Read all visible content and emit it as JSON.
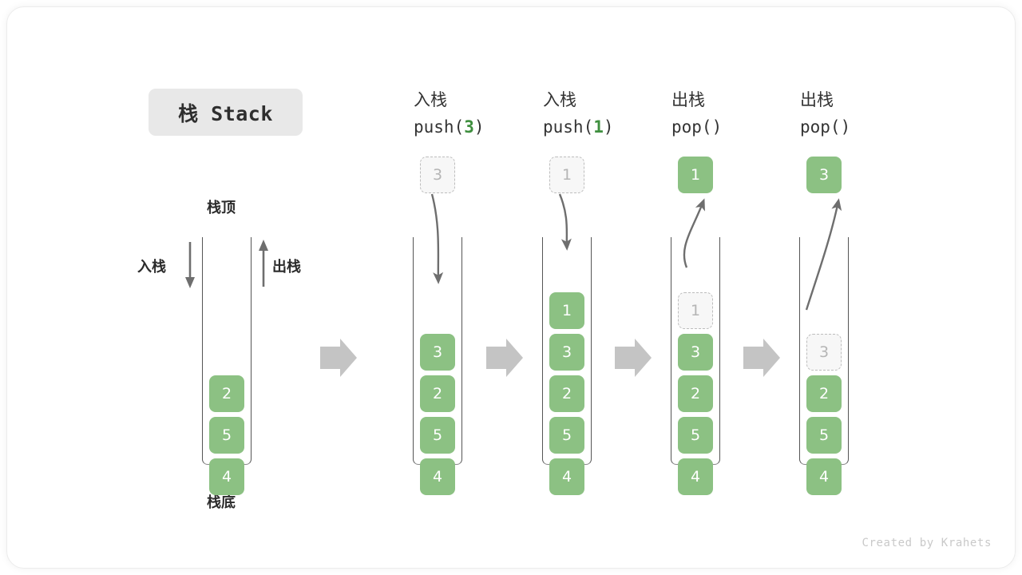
{
  "title_badge": {
    "label": "栈 Stack"
  },
  "left_stack": {
    "top_label": "栈顶",
    "bottom_label": "栈底",
    "push_label": "入栈",
    "pop_label": "出栈",
    "cells": [
      "2",
      "5",
      "4"
    ]
  },
  "steps": [
    {
      "op_cn": "入栈",
      "op_code_pre": "push(",
      "op_code_arg": "3",
      "op_code_post": ")",
      "floating": {
        "value": "3",
        "style": "ghost"
      },
      "cells": [
        {
          "value": "3",
          "style": "solid"
        },
        {
          "value": "2",
          "style": "solid"
        },
        {
          "value": "5",
          "style": "solid"
        },
        {
          "value": "4",
          "style": "solid"
        }
      ]
    },
    {
      "op_cn": "入栈",
      "op_code_pre": "push(",
      "op_code_arg": "1",
      "op_code_post": ")",
      "floating": {
        "value": "1",
        "style": "ghost"
      },
      "cells": [
        {
          "value": "1",
          "style": "solid"
        },
        {
          "value": "3",
          "style": "solid"
        },
        {
          "value": "2",
          "style": "solid"
        },
        {
          "value": "5",
          "style": "solid"
        },
        {
          "value": "4",
          "style": "solid"
        }
      ]
    },
    {
      "op_cn": "出栈",
      "op_code_pre": "pop(",
      "op_code_arg": "",
      "op_code_post": ")",
      "floating": {
        "value": "1",
        "style": "solid"
      },
      "cells": [
        {
          "value": "1",
          "style": "ghost"
        },
        {
          "value": "3",
          "style": "solid"
        },
        {
          "value": "2",
          "style": "solid"
        },
        {
          "value": "5",
          "style": "solid"
        },
        {
          "value": "4",
          "style": "solid"
        }
      ]
    },
    {
      "op_cn": "出栈",
      "op_code_pre": "pop(",
      "op_code_arg": "",
      "op_code_post": ")",
      "floating": {
        "value": "3",
        "style": "solid"
      },
      "cells": [
        {
          "value": "3",
          "style": "ghost"
        },
        {
          "value": "2",
          "style": "solid"
        },
        {
          "value": "5",
          "style": "solid"
        },
        {
          "value": "4",
          "style": "solid"
        }
      ]
    }
  ],
  "footer": {
    "credit": "Created by Krahets"
  },
  "colors": {
    "cell_green": "#8cc183",
    "arg_green": "#3f8f3f",
    "ghost_border": "#bdbdbd",
    "ghost_fill": "#f7f7f7",
    "flow_arrow": "#c4c4c4",
    "curve_arrow": "#6e6e6e",
    "badge_bg": "#e8e8e8",
    "footer_text": "#c9c9c9"
  }
}
